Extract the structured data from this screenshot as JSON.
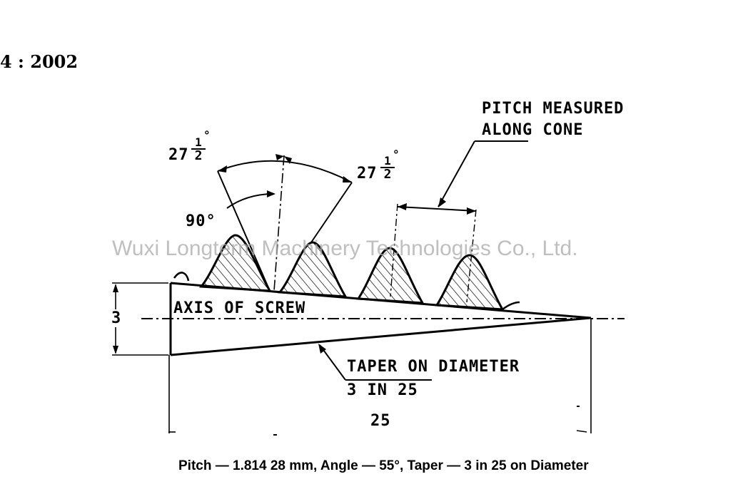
{
  "header": {
    "standard_ref": "4 : 2002"
  },
  "diagram": {
    "pitch_note": {
      "line1": "PITCH MEASURED",
      "line2": "ALONG CONE"
    },
    "half_angle_left": {
      "whole": "27",
      "num": "1",
      "den": "2",
      "deg": "°"
    },
    "half_angle_right": {
      "whole": "27",
      "num": "1",
      "den": "2",
      "deg": "°"
    },
    "right_angle": "90°",
    "axis_label": "AXIS OF SCREW",
    "diameter_dim": "3",
    "taper_note": {
      "line1": "TAPER ON DIAMETER",
      "line2": "3 IN 25"
    },
    "length_dim": "25"
  },
  "caption": "Pitch — 1.814 28 mm, Angle — 55°, Taper — 3 in 25 on Diameter",
  "watermark": "Wuxi Longterm Machinery Technologies Co., Ltd."
}
